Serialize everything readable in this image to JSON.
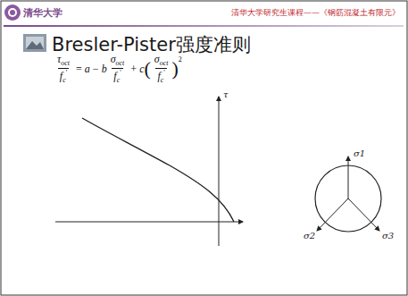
{
  "diagram": {
    "title": "Bresler-Pister强度准则",
    "labels": [
      "清华大学",
      "清华大学研究生课程——《钢筋混凝土有限元》",
      "τ",
      "oct",
      "f",
      "c",
      "'",
      "=",
      "a",
      "−",
      "b",
      "σ",
      "oct",
      "f",
      "c",
      "'",
      "+",
      "c",
      "(",
      "σ",
      "oct",
      "f",
      "c",
      "'",
      ")",
      "2",
      "τ",
      "σ1",
      "σ2",
      "σ3"
    ]
  }
}
